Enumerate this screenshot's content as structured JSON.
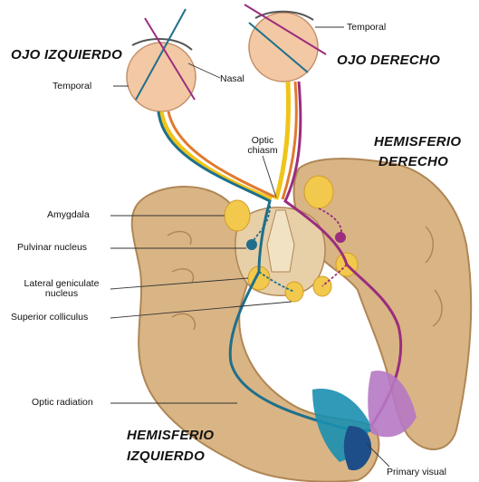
{
  "headings": {
    "left_eye": "OJO IZQUIERDO",
    "right_eye": "OJO DERECHO",
    "right_hemisphere_line1": "HEMISFERIO",
    "right_hemisphere_line2": "DERECHO",
    "left_hemisphere_line1": "HEMISFERIO",
    "left_hemisphere_line2": "IZQUIERDO"
  },
  "labels": {
    "temporal_left": "Temporal",
    "temporal_right": "Temporal",
    "nasal": "Nasal",
    "optic_chiasm_line1": "Optic",
    "optic_chiasm_line2": "chiasm",
    "amygdala": "Amygdala",
    "pulvinar": "Pulvinar nucleus",
    "lgn_line1": "Lateral geniculate",
    "lgn_line2": "nucleus",
    "superior_colliculus": "Superior colliculus",
    "optic_radiation": "Optic radiation",
    "primary_visual": "Primary visual"
  },
  "colors": {
    "brain_fill": "#d9b585",
    "brain_outline": "#b08655",
    "eye_fill": "#f3c8a4",
    "nucleus_yellow": "#f2c94c",
    "pathway_teal": "#1f6f8b",
    "pathway_magenta": "#9b2d7e",
    "pathway_yellow": "#f0c419",
    "pathway_orange": "#e07a2e",
    "cortex_teal": "#1a8fb0",
    "cortex_purple": "#b678c4"
  }
}
